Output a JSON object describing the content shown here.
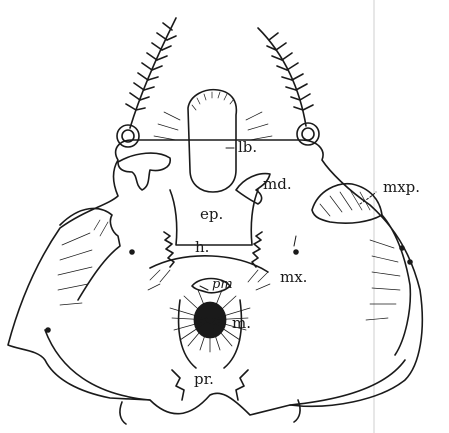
{
  "figure": {
    "labels": {
      "labrum": "lb.",
      "mandible": "md.",
      "maxillary_palp": "mxp.",
      "epipharynx": "ep.",
      "hypopharynx": "h.",
      "maxilla": "mx.",
      "premandible": "pm",
      "mentum": "m.",
      "prementum": "pr."
    },
    "colors": {
      "ink": "#1a1a1a",
      "paper": "#ffffff",
      "rule": "#cfcfcf"
    }
  }
}
